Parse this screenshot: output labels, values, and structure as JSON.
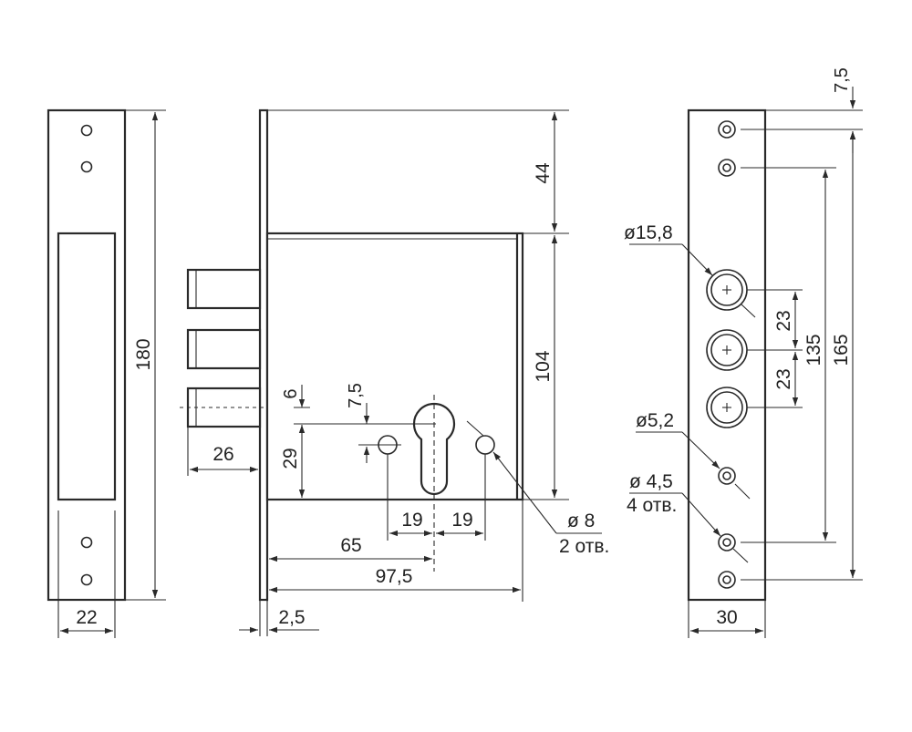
{
  "strike_plate": {
    "height_label": "180",
    "width_label": "22"
  },
  "lock_body": {
    "top_offset_label": "44",
    "case_height_label": "104",
    "bolt_projection_label": "26",
    "keyhole_offset_label": "6",
    "fixing_hole_offset_label": "7,5",
    "keyhole_height_label": "29",
    "hole_spacing_left_label": "19",
    "hole_spacing_right_label": "19",
    "backset_label": "65",
    "body_width_label": "97,5",
    "faceplate_thickness_label": "2,5",
    "fixing_hole_diameter_label": "ø 8",
    "fixing_hole_count_label": "2 отв."
  },
  "faceplate": {
    "top_margin_label": "7,5",
    "bolt_diameter_label": "ø15,8",
    "bolt_pitch_top_label": "23",
    "bolt_pitch_bottom_label": "23",
    "bolt_span_label": "135",
    "screw_span_label": "165",
    "hole_52_label": "ø5,2",
    "hole_45_label": "ø 4,5",
    "hole_45_count_label": "4 отв.",
    "width_label": "30"
  }
}
